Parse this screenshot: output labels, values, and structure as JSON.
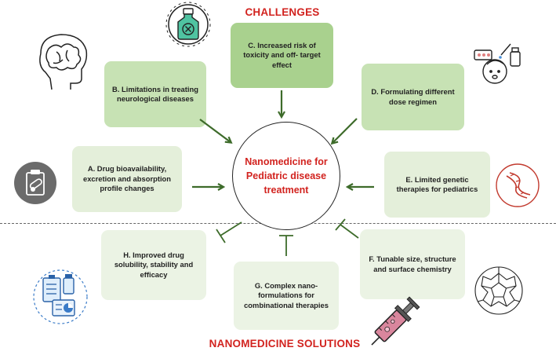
{
  "headings": {
    "challenges": "CHALLENGES",
    "solutions": "NANOMEDICINE SOLUTIONS"
  },
  "center": {
    "text": "Nanomedicine for Pediatric disease treatment"
  },
  "challenges": {
    "a": "A. Drug bioavailability, excretion and absorption profile changes",
    "b": "B. Limitations in treating neurological diseases",
    "c": "C. Increased risk of toxicity and off- target effect",
    "d": "D. Formulating different dose regimen",
    "e": "E. Limited genetic therapies for pediatrics"
  },
  "solutions": {
    "f": "F. Tunable size, structure and surface chemistry",
    "g": "G. Complex nano-formulations for combinational therapies",
    "h": "H. Improved drug solubility, stability and efficacy"
  },
  "colors": {
    "accent_red": "#d2231f",
    "arrow_green": "#3d6b2a",
    "box_green_dark": "#a9d18e",
    "box_green_mid": "#c7e2b4",
    "box_green_light": "#e4efda"
  },
  "icons": {
    "c": "toxic-bottle-icon",
    "b": "human-brain-icon",
    "a": "clipboard-pills-icon",
    "d": "child-dosing-icon",
    "e": "dna-helix-icon",
    "f": "fullerene-nanoparticle-icon",
    "h": "medical-records-icon",
    "g": "syringe-icon"
  }
}
